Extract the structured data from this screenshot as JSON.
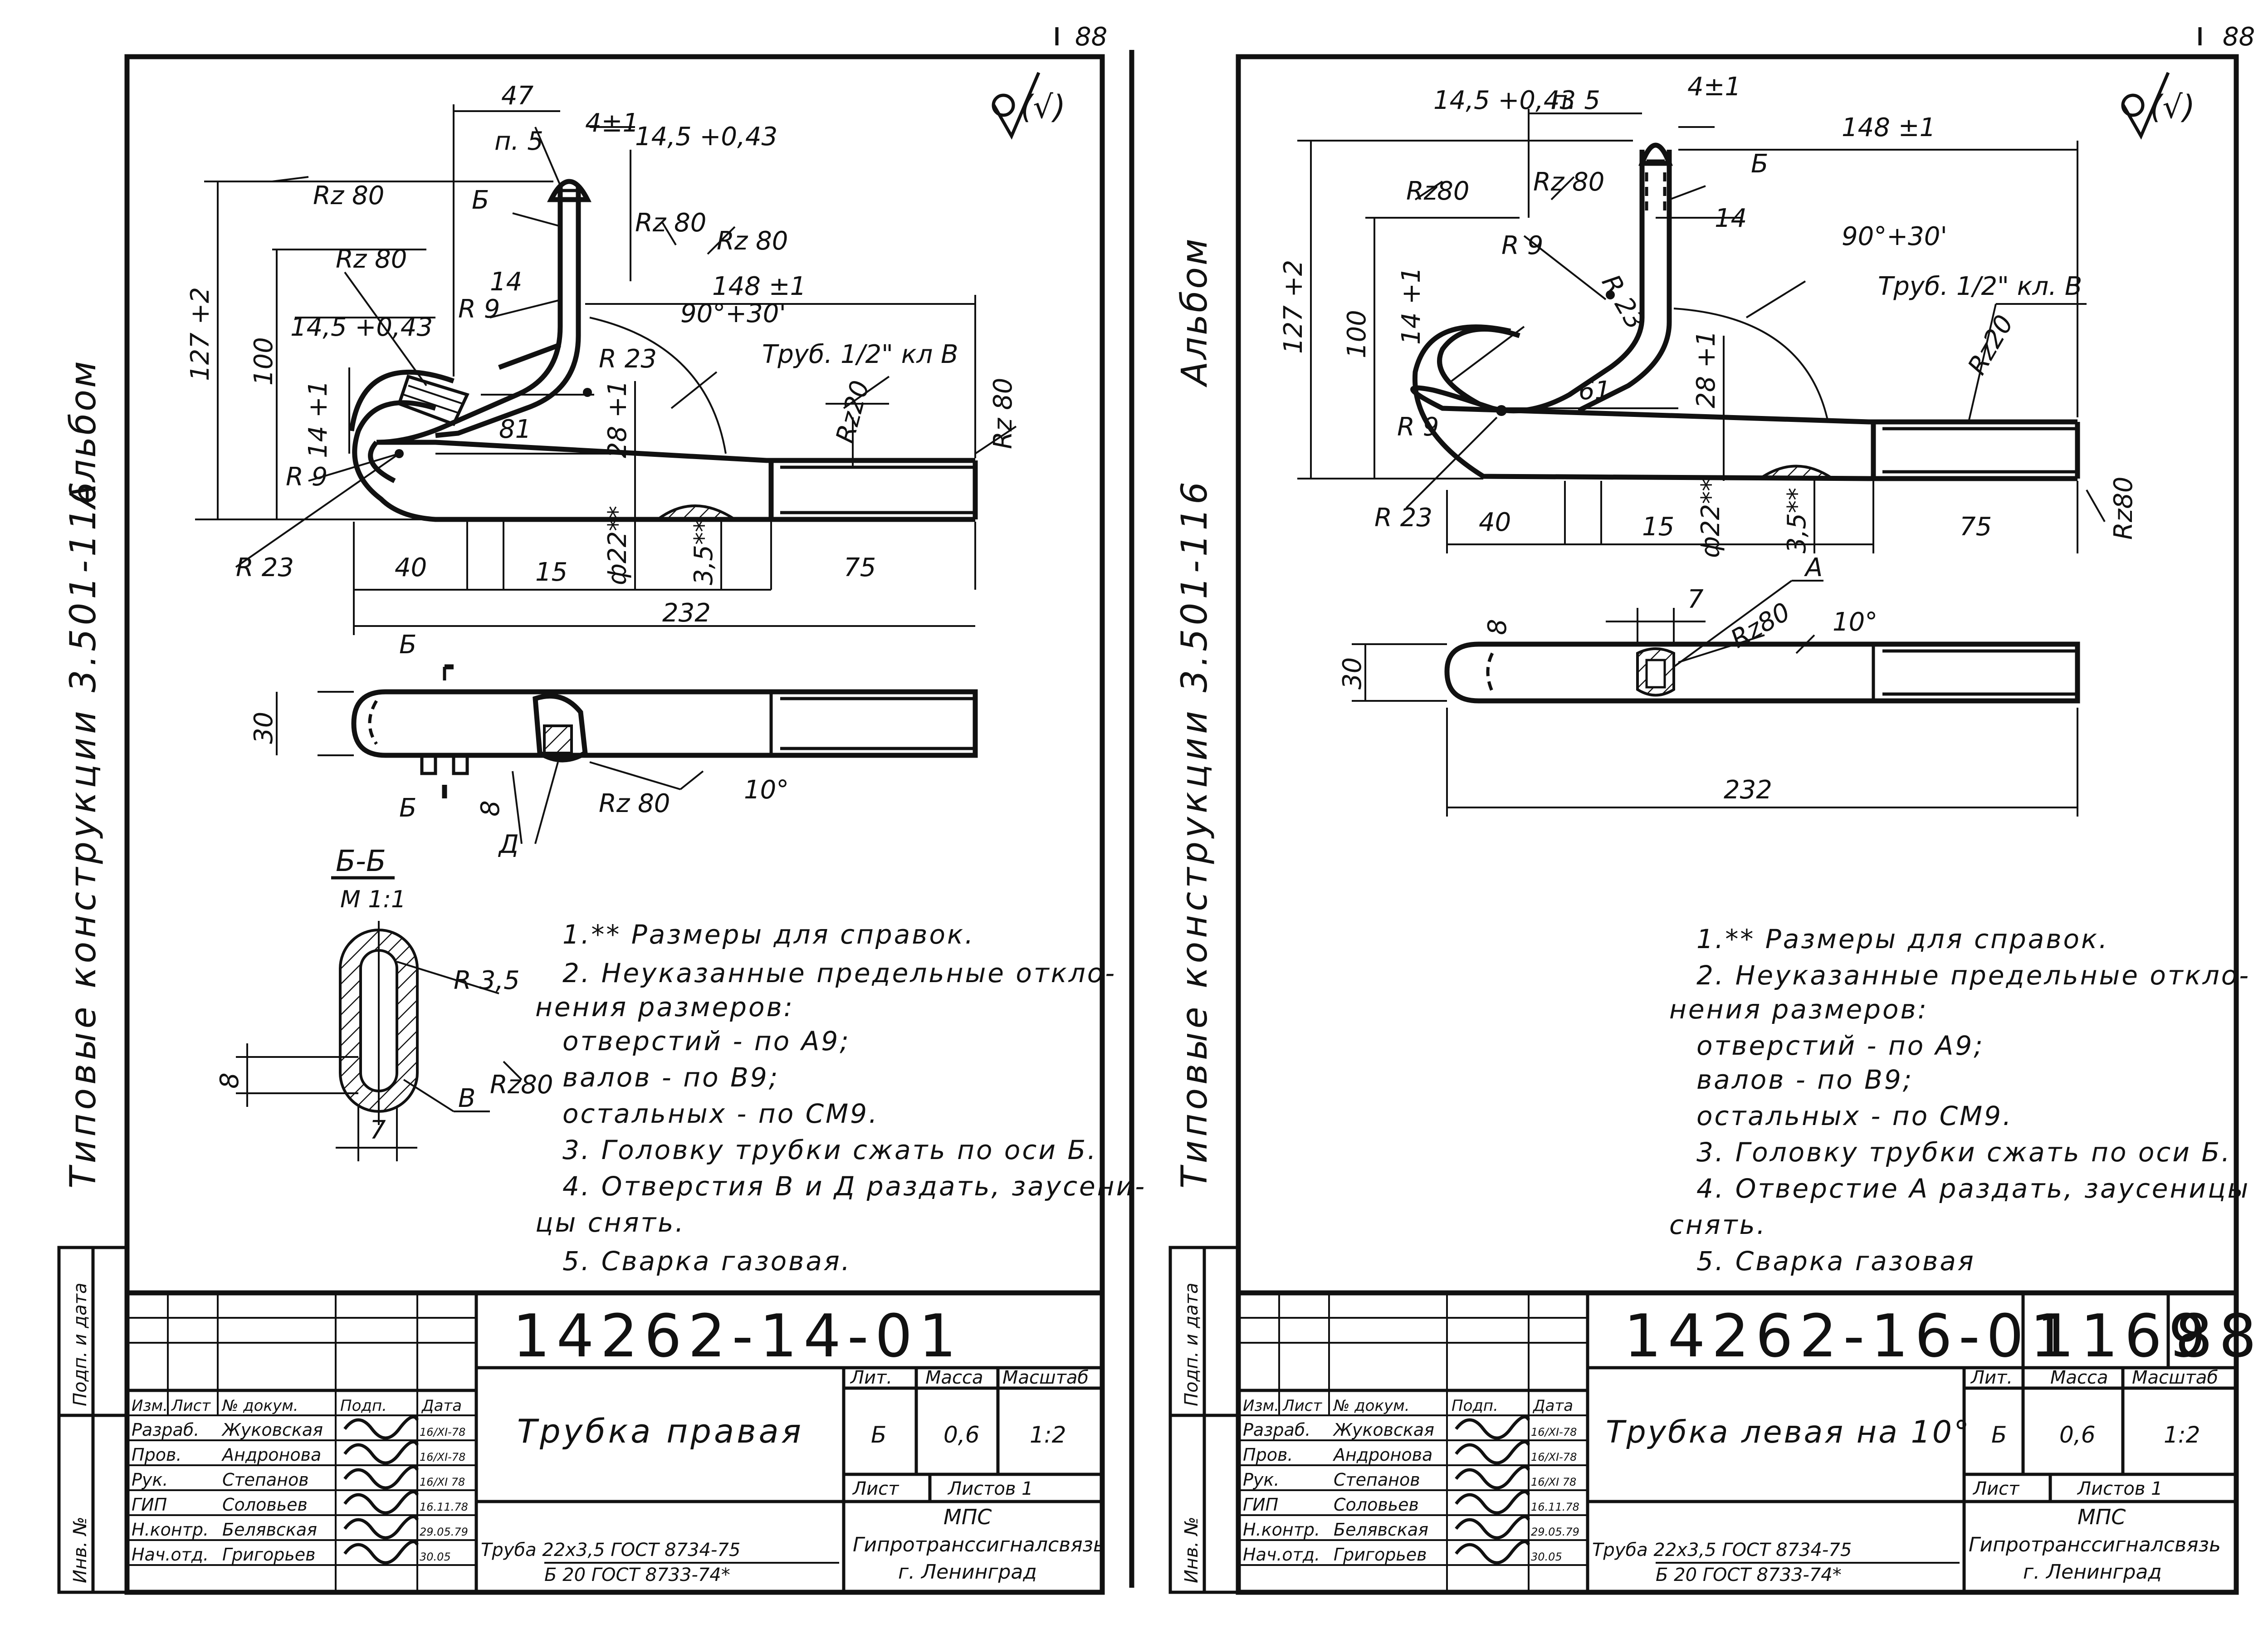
{
  "page_numbers": {
    "left": "88",
    "right": "88"
  },
  "sheets": [
    {
      "album_vertical": "Альбом",
      "series_vertical": "Типовые   конструкции 3.501-116",
      "roughness_symbol": "(√)",
      "dims": {
        "d47": "47",
        "d4": "4±1",
        "d145": "14,5 +0,43",
        "p5": "п. 5",
        "rz80a": "Rz 80",
        "rz80b": "Rz 80",
        "rz80c": "Rz 80",
        "rz80d": "Rz 80",
        "rz80e": "Rz 80",
        "rz80f": "Rz 80",
        "b1": "Б",
        "d1452": "14,5 +0,43",
        "d14": "14",
        "d148": "148 ±1",
        "r9": "R 9",
        "ang": "90°+30'",
        "pipe": "Труб. 1/2\" кл В",
        "r23a": "R 23",
        "rz20": "Rz20",
        "d127": "127 +2",
        "d100": "100",
        "d14b": "14 +1",
        "d81": "81",
        "d28": "28 +1",
        "r9b": "R 9",
        "r23b": "R 23",
        "d40": "40",
        "d15": "15",
        "d22": "ф22**",
        "d35": "3,5**",
        "d75": "75",
        "d232": "232",
        "d30": "30",
        "b2": "Б",
        "b3": "Б",
        "d8": "8",
        "d10": "10°",
        "dD": "Д"
      },
      "section": {
        "title": "Б-Б",
        "scale": "М 1:1",
        "r35": "R 3,5",
        "d8": "8",
        "d7": "7",
        "b": "В",
        "rz80": "Rz80"
      },
      "notes": [
        "1.** Размеры для справок.",
        "2. Неуказанные предельные откло-",
        "нения размеров:",
        "отверстий    - по А9;",
        "валов           - по В9;",
        "остальных   - по СМ9.",
        "3. Головку трубки сжать по оси Б.",
        "4. Отверстия В и Д раздать, заусени-",
        "цы снять.",
        "5. Сварка   газовая."
      ],
      "title_block": {
        "code": "14262-14-01",
        "name": "Трубка правая",
        "material_1": "Труба  22х3,5  ГОСТ 8734-75",
        "material_2": "Б 20  ГОСТ 8733-74*",
        "lit_label": "Лит.",
        "mass_label": "Масса",
        "scale_label": "Масштаб",
        "lit": "Б",
        "mass": "0,6",
        "scale": "1:2",
        "sheet_label": "Лист",
        "sheets_label": "Листов 1",
        "org_1": "МПС",
        "org_2": "Гипротранссигналсвязь",
        "org_3": "г. Ленинград",
        "col_headers": [
          "Изм.",
          "Лист",
          "№ докум.",
          "Подп.",
          "Дата"
        ],
        "rows": [
          {
            "role": "Разраб.",
            "name": "Жуковская",
            "date": "16/XI-78"
          },
          {
            "role": "Пров.",
            "name": "Андронова",
            "date": "16/XI-78"
          },
          {
            "role": "Рук.",
            "name": "Степанов",
            "date": "16/XI 78"
          },
          {
            "role": "ГИП",
            "name": "Соловьев",
            "date": "16.11.78"
          },
          {
            "role": "Н.контр.",
            "name": "Белявская",
            "date": "29.05.79"
          },
          {
            "role": "Нач.отд.",
            "name": "Григорьев",
            "date": "30.05"
          }
        ],
        "side_1": "Подп. и дата",
        "side_2": "Инв. №"
      }
    },
    {
      "album_vertical": "Альбом",
      "series_vertical": "Типовые   конструкции 3.501-116",
      "roughness_symbol": "(√)",
      "dims": {
        "d145": "14,5 +0,43",
        "p5": "п. 5",
        "d4": "4±1",
        "d148": "148 ±1",
        "b1": "Б",
        "rz80a": "Rz80",
        "rz80b": "Rz 80",
        "d14": "14",
        "r9": "R 9",
        "r23": "R 23",
        "ang": "90°+30'",
        "pipe": "Труб. 1/2\" кл. В",
        "d127": "127 +2",
        "d100": "100",
        "d14b": "14 +1",
        "d61": "61",
        "d28": "28 +1",
        "rz20": "Rz20",
        "rz80c": "Rz80",
        "r9b": "R 9",
        "r23b": "R 23",
        "d40": "40",
        "d15": "15",
        "d22": "ф22**",
        "d35": "3,5**",
        "d75": "75",
        "a": "А",
        "d7": "7",
        "d8": "8",
        "rz80d": "Rz80",
        "d10": "10°",
        "d30": "30",
        "d232": "232"
      },
      "notes": [
        "1.** Размеры для справок.",
        "2. Неуказанные предельные откло-",
        "нения размеров:",
        "отверстий   - по А9;",
        "валов          - по В9;",
        "остальных  - по СМ9.",
        "3. Головку трубки сжать по оси Б.",
        "4. Отверстие А раздать, заусеницы",
        "снять.",
        "5. Сварка   газовая"
      ],
      "title_block": {
        "code": "14262-16-01",
        "reg_no": "1169",
        "sheet_no": "88",
        "name": "Трубка левая на 10°",
        "material_1": "Труба  22х3,5  ГОСТ 8734-75",
        "material_2": "Б 20  ГОСТ 8733-74*",
        "lit_label": "Лит.",
        "mass_label": "Масса",
        "scale_label": "Масштаб",
        "lit": "Б",
        "mass": "0,6",
        "scale": "1:2",
        "sheet_label": "Лист",
        "sheets_label": "Листов 1",
        "org_1": "МПС",
        "org_2": "Гипротранссигналсвязь",
        "org_3": "г. Ленинград",
        "col_headers": [
          "Изм.",
          "Лист",
          "№ докум.",
          "Подп.",
          "Дата"
        ],
        "rows": [
          {
            "role": "Разраб.",
            "name": "Жуковская",
            "date": "16/XI-78"
          },
          {
            "role": "Пров.",
            "name": "Андронова",
            "date": "16/XI-78"
          },
          {
            "role": "Рук.",
            "name": "Степанов",
            "date": "16/XI 78"
          },
          {
            "role": "ГИП",
            "name": "Соловьев",
            "date": "16.11.78"
          },
          {
            "role": "Н.контр.",
            "name": "Белявская",
            "date": "29.05.79"
          },
          {
            "role": "Нач.отд.",
            "name": "Григорьев",
            "date": "30.05"
          }
        ],
        "side_1": "Подп. и дата",
        "side_2": "Инв. №"
      }
    }
  ]
}
